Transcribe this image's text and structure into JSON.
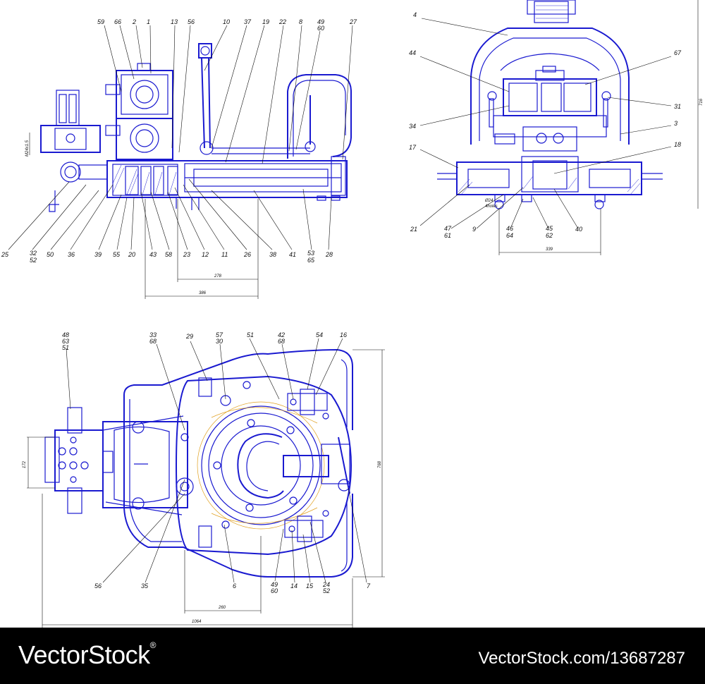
{
  "callouts": {
    "side": [
      "59",
      "66",
      "2",
      "1",
      "13",
      "56",
      "10",
      "37",
      "19",
      "22",
      "8",
      "49",
      "60",
      "27",
      "25",
      "32",
      "52",
      "50",
      "36",
      "39",
      "55",
      "20",
      "43",
      "58",
      "23",
      "12",
      "11",
      "26",
      "38",
      "41",
      "53",
      "65",
      "28"
    ],
    "front": [
      "4",
      "44",
      "67",
      "31",
      "34",
      "3",
      "17",
      "18",
      "21",
      "47",
      "61",
      "9",
      "46",
      "64",
      "45",
      "62",
      "40"
    ],
    "top": [
      "48",
      "63",
      "51",
      "33",
      "68",
      "29",
      "57",
      "30",
      "51",
      "42",
      "68",
      "54",
      "16",
      "56",
      "35",
      "6",
      "49",
      "60",
      "14",
      "15",
      "24",
      "52",
      "7"
    ]
  },
  "dimensions": {
    "thread": "M24x1.5",
    "d278": "278",
    "d386": "386",
    "d339": "339",
    "d716": "716",
    "holes": "Ø24",
    "holes2": "4holes",
    "d172": "172",
    "d768": "768",
    "d260": "260",
    "d1064": "1064"
  },
  "footer": {
    "brand": "VectorStock",
    "reg": "®",
    "url": "VectorStock.com/13687287"
  },
  "colors": {
    "line": "#1a1ad0",
    "accent": "#e0a020",
    "footer_bg": "#000000"
  }
}
